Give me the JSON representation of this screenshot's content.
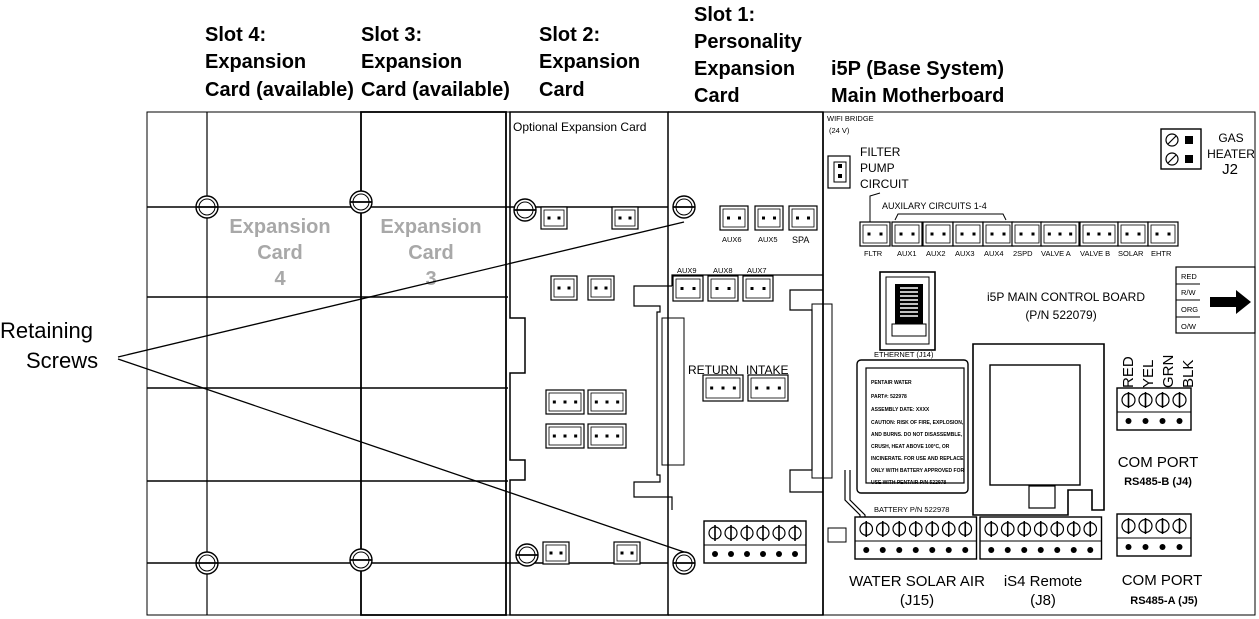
{
  "headers": {
    "slot4": [
      "Slot 4:",
      "Expansion",
      "Card (available)"
    ],
    "slot3": [
      "Slot 3:",
      "Expansion",
      "Card (available)"
    ],
    "slot2": [
      "Slot 2:",
      "Expansion",
      "Card"
    ],
    "slot1": [
      "Slot 1:",
      "Personality",
      "Expansion",
      "Card"
    ],
    "main": [
      "i5P (Base System)",
      "Main Motherboard"
    ]
  },
  "ghost_cards": {
    "card4": [
      "Expansion",
      "Card",
      "4"
    ],
    "card3": [
      "Expansion",
      "Card",
      "3"
    ]
  },
  "slot2_label": "Optional Expansion Card",
  "callout": [
    "Retaining",
    "Screws"
  ],
  "slot1_labels": {
    "aux6": "AUX6",
    "aux5": "AUX5",
    "spa": "SPA",
    "aux9": "AUX9",
    "aux8": "AUX8",
    "aux7": "AUX7",
    "return": "RETURN",
    "intake": "INTAKE"
  },
  "board": {
    "wifi": [
      "WIFI BRIDGE",
      "(24 V)"
    ],
    "filter": [
      "FILTER",
      "PUMP",
      "CIRCUIT"
    ],
    "gas": [
      "GAS",
      "HEATER",
      "J2"
    ],
    "aux_title": "AUXILARY CIRCUITS 1-4",
    "connectors": [
      "FLTR",
      "AUX1",
      "AUX2",
      "AUX3",
      "AUX4",
      "2SPD",
      "VALVE A",
      "VALVE B",
      "SOLAR",
      "EHTR"
    ],
    "main_title": [
      "i5P MAIN CONTROL BOARD",
      "(P/N 522079)"
    ],
    "wires": [
      "RED",
      "R/W",
      "ORG",
      "O/W"
    ],
    "ethernet": "ETHERNET (J14)",
    "battery_label": [
      "PENTAIR WATER",
      "PART#: 522978",
      "ASSEMBLY DATE: XXXX",
      "CAUTION: RISK OF FIRE, EXPLOSION,",
      "AND BURNS. DO NOT DISASSEMBLE,",
      "CRUSH, HEAT ABOVE 100°C, OR",
      "INCINERATE. FOR USE AND REPLACE",
      "ONLY WITH BATTERY APPROVED FOR",
      "USE WITH PENTAIR P/N 522978"
    ],
    "battery_pn": "BATTERY P/N 522978",
    "rs485_colors": [
      "RED",
      "YEL",
      "GRN",
      "BLK"
    ],
    "com_b": [
      "COM PORT",
      "RS485-B (J4)"
    ],
    "com_a": [
      "COM PORT",
      "RS485-A (J5)"
    ],
    "j15": [
      "WATER SOLAR AIR",
      "(J15)"
    ],
    "j8": [
      "iS4 Remote",
      "(J8)"
    ]
  }
}
